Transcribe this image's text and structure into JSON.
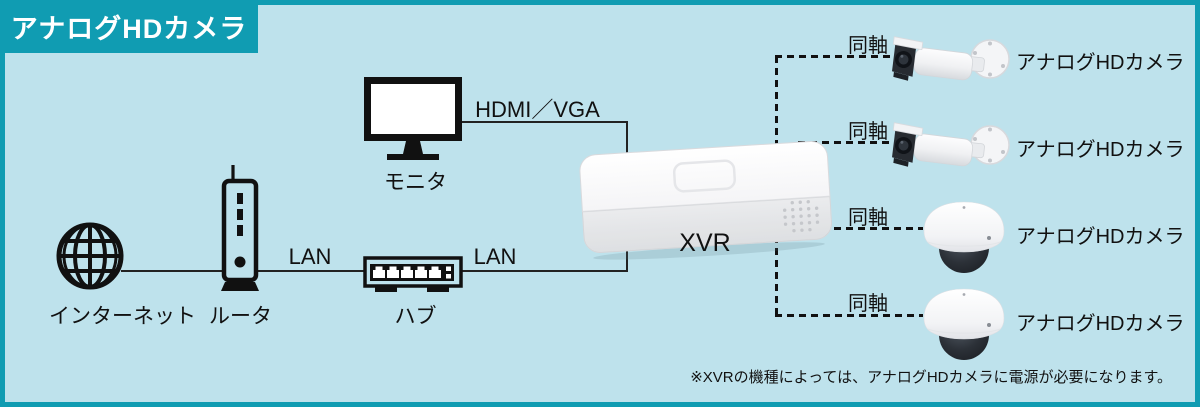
{
  "title_badge": "アナログHDカメラ",
  "colors": {
    "background": "#bee2ec",
    "frame": "#109cb2",
    "line": "#222222"
  },
  "devices": {
    "internet": {
      "label": "インターネット",
      "icon": "globe-icon"
    },
    "router": {
      "label": "ルータ",
      "icon": "router-icon"
    },
    "hub": {
      "label": "ハブ",
      "icon": "hub-icon"
    },
    "monitor": {
      "label": "モニタ",
      "icon": "monitor-icon"
    },
    "xvr": {
      "label": "XVR",
      "icon": "xvr-recorder-image"
    }
  },
  "links": {
    "router_hub": "LAN",
    "hub_xvr": "LAN",
    "monitor_xvr": "HDMI／VGA"
  },
  "cameras": [
    {
      "type": "bullet",
      "coax": "同軸",
      "label": "アナログHDカメラ"
    },
    {
      "type": "bullet",
      "coax": "同軸",
      "label": "アナログHDカメラ"
    },
    {
      "type": "dome",
      "coax": "同軸",
      "label": "アナログHDカメラ"
    },
    {
      "type": "dome",
      "coax": "同軸",
      "label": "アナログHDカメラ"
    }
  ],
  "footnote": "※XVRの機種によっては、アナログHDカメラに電源が必要になります。"
}
